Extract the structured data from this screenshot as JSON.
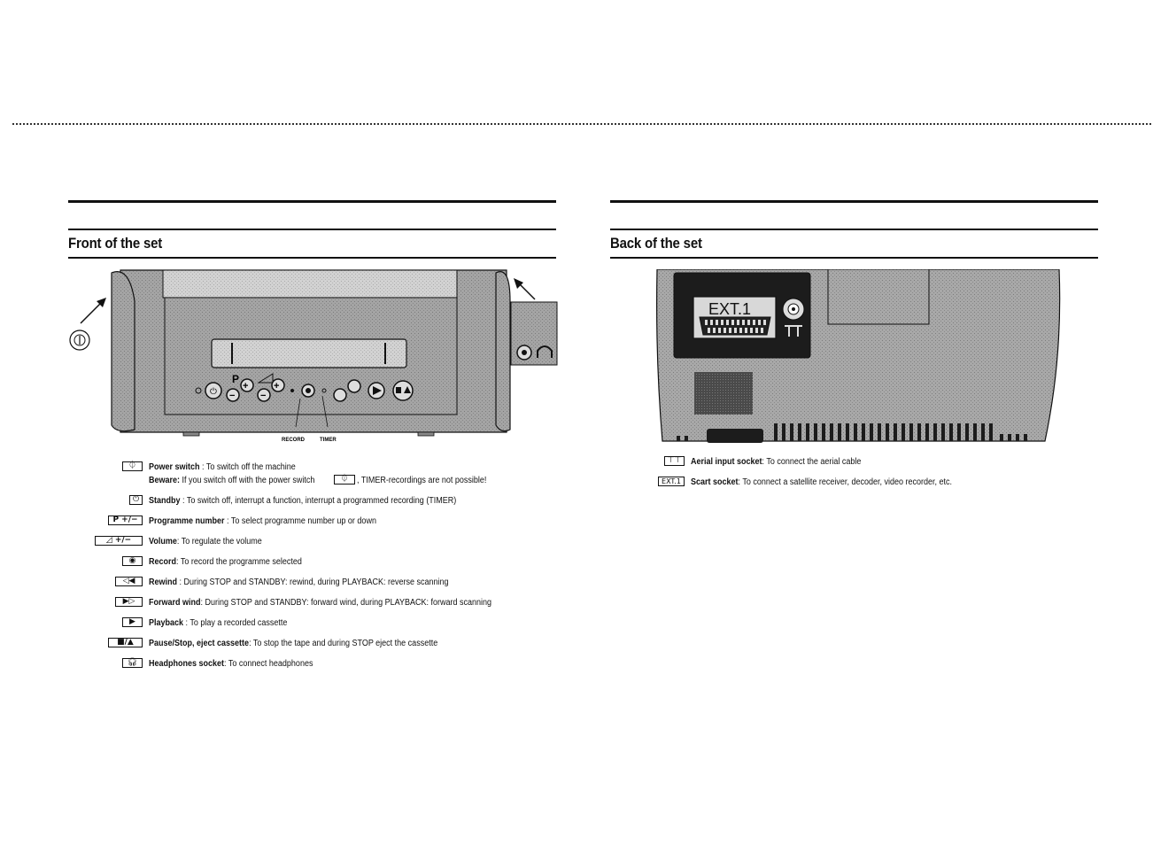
{
  "front": {
    "title": "Front of the set",
    "figure_labels": {
      "record": "RECORD",
      "timer": "TIMER",
      "p_label": "P"
    },
    "legend": [
      {
        "id": "power",
        "icon": "power-switch-icon",
        "term": "Power switch",
        "text": " : To switch off the machine",
        "beware_label": "Beware:",
        "beware_text": " If you switch off with the power switch ",
        "beware_tail": " , TIMER-recordings are not possible!"
      },
      {
        "id": "standby",
        "icon": "standby-icon",
        "term": "Standby",
        "text": " : To switch off, interrupt a function, interrupt a programmed recording (TIMER)"
      },
      {
        "id": "programme",
        "icon": "programme-up-down-icon",
        "symbol_text": "P +/−",
        "term": "Programme number",
        "text": " : To select programme number up or down"
      },
      {
        "id": "volume",
        "icon": "volume-up-down-icon",
        "symbol_text": "◿ +/−",
        "term": "Volume",
        "text": ": To regulate the volume"
      },
      {
        "id": "record",
        "icon": "record-icon",
        "term": "Record",
        "text": ": To record the programme selected"
      },
      {
        "id": "rewind",
        "icon": "rewind-icon",
        "symbol_text": "◁◀",
        "term": "Rewind",
        "text": " : During STOP and STANDBY: rewind, during PLAYBACK: reverse scanning"
      },
      {
        "id": "forward",
        "icon": "forward-wind-icon",
        "symbol_text": "▶▷",
        "term": "Forward wind",
        "text": ": During STOP and STANDBY: forward wind, during PLAYBACK: forward scanning"
      },
      {
        "id": "playback",
        "icon": "play-icon",
        "symbol_text": "▶",
        "term": "Playback",
        "text": " : To play a recorded cassette"
      },
      {
        "id": "pause",
        "icon": "stop-eject-icon",
        "symbol_text": "■/▲",
        "term": "Pause/Stop, eject cassette",
        "text": ": To stop the tape and during STOP eject the cassette"
      },
      {
        "id": "headphones",
        "icon": "headphones-icon",
        "term": "Headphones socket",
        "text": ": To connect headphones"
      }
    ]
  },
  "back": {
    "title": "Back of the set",
    "figure_labels": {
      "ext": "EXT.1"
    },
    "legend": [
      {
        "id": "aerial",
        "icon": "aerial-icon",
        "symbol_text": "⊤⊤",
        "term": "Aerial input socket",
        "text": ": To connect the aerial cable"
      },
      {
        "id": "scart",
        "icon": "scart-icon",
        "symbol_text": "EXT.1",
        "term": "Scart socket",
        "text": ": To connect a satellite receiver, decoder, video recorder, etc."
      }
    ]
  },
  "colors": {
    "ink": "#111111",
    "panel": "#9a9a9a",
    "panel_dark": "#6e6e6e",
    "screen": "#c8c8c8"
  }
}
